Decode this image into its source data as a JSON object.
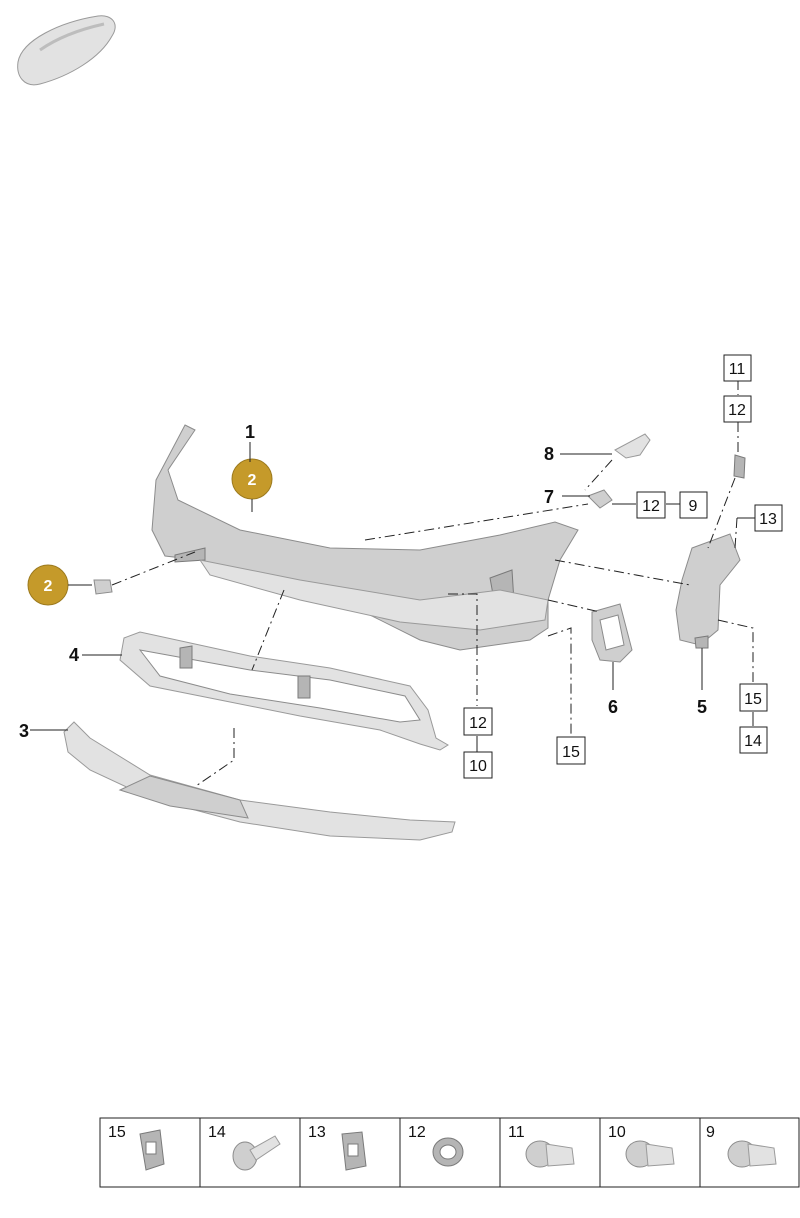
{
  "callouts": {
    "c1": "1",
    "c2a": "2",
    "c2b": "2",
    "c3": "3",
    "c4": "4",
    "c5": "5",
    "c6": "6",
    "c7": "7",
    "c8": "8"
  },
  "boxes": {
    "b11": "11",
    "b12top": "12",
    "b13": "13",
    "b12mid": "12",
    "b9": "9",
    "b12low": "12",
    "b10": "10",
    "b15a": "15",
    "b15b": "15",
    "b14": "14"
  },
  "parts_strip": {
    "items": [
      {
        "label": "15",
        "icon": "spring-nut-icon"
      },
      {
        "label": "14",
        "icon": "expanding-rivet-icon"
      },
      {
        "label": "13",
        "icon": "clip-nut-icon"
      },
      {
        "label": "12",
        "icon": "sealing-ring-icon"
      },
      {
        "label": "11",
        "icon": "parking-sensor-icon"
      },
      {
        "label": "10",
        "icon": "parking-sensor-icon"
      },
      {
        "label": "9",
        "icon": "parking-sensor-icon"
      }
    ]
  },
  "colors": {
    "badge": "#c59a2a",
    "part_fill": "#cfcfcf",
    "line": "#222222"
  }
}
